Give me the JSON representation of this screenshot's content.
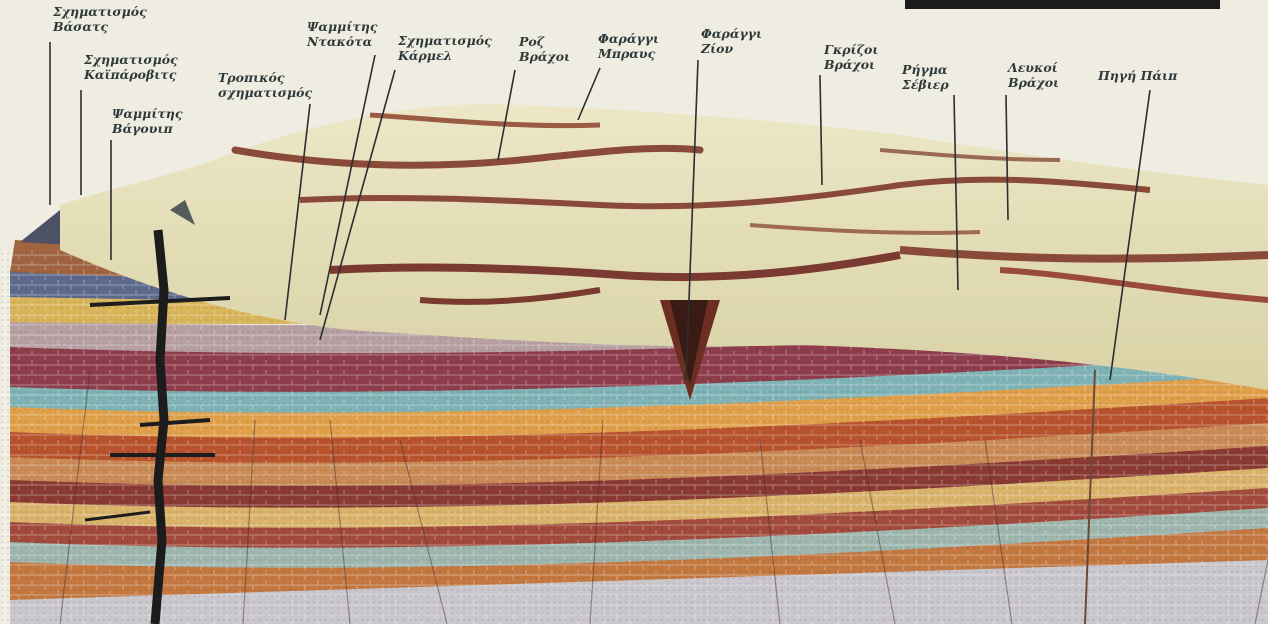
{
  "labels": [
    {
      "id": "vasatch",
      "lines": [
        "Σχηματισμός",
        "Βάσατς"
      ]
    },
    {
      "id": "kaiparowits",
      "lines": [
        "Σχηματισμός",
        "Καϊπάροβιτς"
      ]
    },
    {
      "id": "wahweap",
      "lines": [
        "Ψαμμίτης",
        "Βάγουιπ"
      ]
    },
    {
      "id": "tropic",
      "lines": [
        "Τροπικός",
        "σχηματισμός"
      ]
    },
    {
      "id": "dakota",
      "lines": [
        "Ψαμμίτης",
        "Ντακότα"
      ]
    },
    {
      "id": "carmel",
      "lines": [
        "Σχηματισμός",
        "Κάρμελ"
      ]
    },
    {
      "id": "pink-cliffs",
      "lines": [
        "Ροζ",
        "Βράχοι"
      ]
    },
    {
      "id": "bryce",
      "lines": [
        "Φαράγγι",
        "Μπραυς"
      ]
    },
    {
      "id": "zion",
      "lines": [
        "Φαράγγι",
        "Ζίον"
      ]
    },
    {
      "id": "gray-cliffs",
      "lines": [
        "Γκρίζοι",
        "Βράχοι"
      ]
    },
    {
      "id": "sevier",
      "lines": [
        "Ρήγμα",
        "Σέβιερ"
      ]
    },
    {
      "id": "white-cliffs",
      "lines": [
        "Λευκοί",
        "Βράχοι"
      ]
    },
    {
      "id": "paip-spring",
      "lines": [
        "Πηγή Πάιπ"
      ]
    }
  ],
  "colors": {
    "background": "#efece2",
    "label_text": "#2e3a3a",
    "leader_line": "#2a2f2f",
    "plateau": "#e6e0b8",
    "cliff_red": "#8a4a3a",
    "strata_red": "#9a3a3a",
    "strata_orange": "#d08a40",
    "strata_yellow": "#e2c070",
    "strata_teal": "#8fb8b0",
    "strata_maroon": "#8a3a4a",
    "strata_grey": "#9a9aa8",
    "dike_black": "#1c1c1c"
  }
}
